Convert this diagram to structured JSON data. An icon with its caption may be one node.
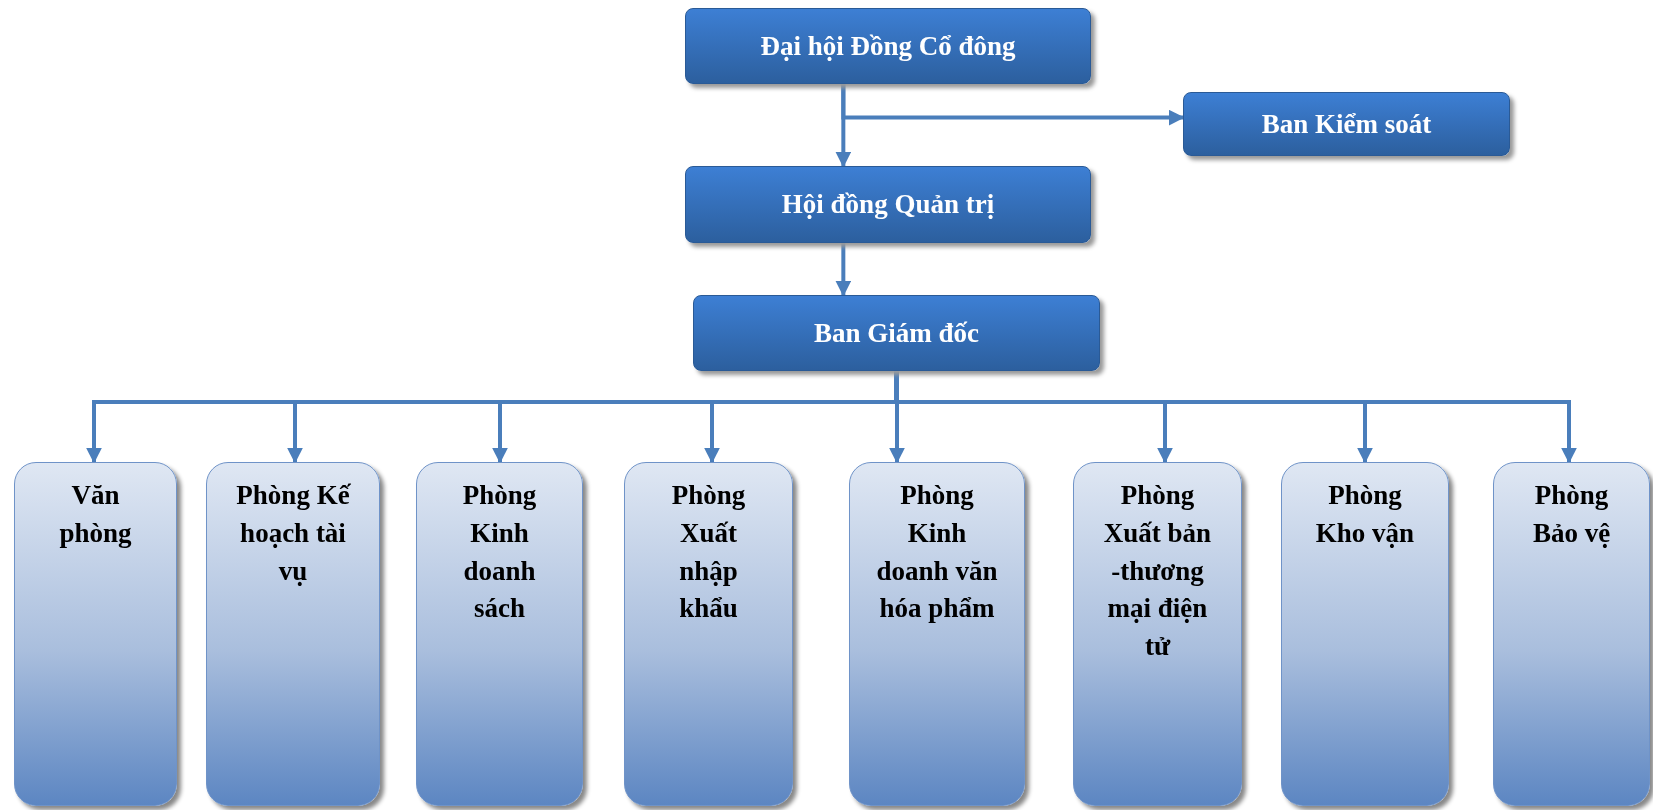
{
  "diagram": {
    "nodes": [
      {
        "text": [
          "Đại hội Đồng Cổ đông"
        ]
      },
      {
        "text": [
          "Ban Kiểm soát"
        ]
      },
      {
        "text": [
          "Hội đồng Quản trị"
        ]
      },
      {
        "text": [
          "Ban Giám đốc"
        ]
      },
      {
        "text": [
          "Văn phòng"
        ]
      },
      {
        "text": [
          "Phòng Kế hoạch tài vụ"
        ]
      },
      {
        "text": [
          "Phòng Kinh doanh sách"
        ]
      },
      {
        "text": [
          "Phòng Xuất nhập khẩu"
        ]
      },
      {
        "text": [
          "Phòng Kinh doanh văn hóa phẩm"
        ]
      },
      {
        "text": [
          "Phòng Xuất bản -thương mại điện tử"
        ]
      },
      {
        "text": [
          "Phòng Kho vận"
        ]
      },
      {
        "text": [
          "Phòng Bảo vệ"
        ]
      }
    ],
    "edges": [
      {
        "from": 0,
        "to": 2,
        "arrow": "to"
      },
      {
        "from": 0,
        "to": 1,
        "arrow": "to"
      },
      {
        "from": 2,
        "to": 3,
        "arrow": "to"
      },
      {
        "from": 3,
        "to": 4,
        "arrow": "to"
      },
      {
        "from": 3,
        "to": 5,
        "arrow": "to"
      },
      {
        "from": 3,
        "to": 6,
        "arrow": "to"
      },
      {
        "from": 3,
        "to": 7,
        "arrow": "to"
      },
      {
        "from": 3,
        "to": 8,
        "arrow": "to"
      },
      {
        "from": 3,
        "to": 9,
        "arrow": "to"
      },
      {
        "from": 3,
        "to": 10,
        "arrow": "to"
      },
      {
        "from": 3,
        "to": 11,
        "arrow": "to"
      }
    ]
  }
}
